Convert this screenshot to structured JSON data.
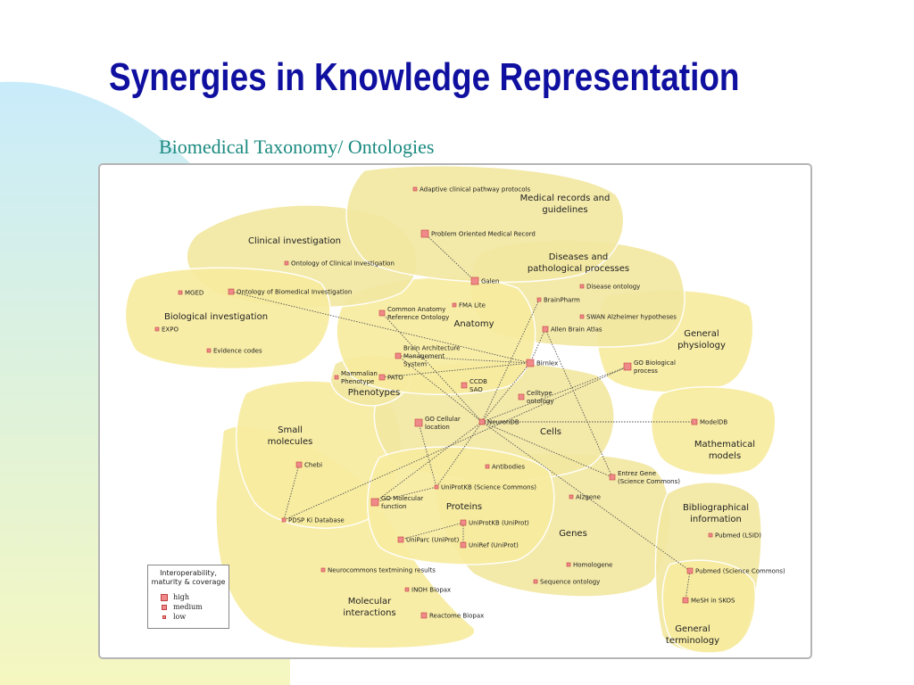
{
  "slide": {
    "title": "Synergies in Knowledge Representation",
    "subtitle": "Biomedical Taxonomy/ Ontologies"
  },
  "regions": [
    {
      "id": "medical-records",
      "label": "Medical records and\nguidelines"
    },
    {
      "id": "clinical-investigation",
      "label": "Clinical investigation"
    },
    {
      "id": "diseases",
      "label": "Diseases and\npathological processes"
    },
    {
      "id": "biological-investigation",
      "label": "Biological investigation"
    },
    {
      "id": "anatomy",
      "label": "Anatomy"
    },
    {
      "id": "general-physiology",
      "label": "General\nphysiology"
    },
    {
      "id": "phenotypes",
      "label": "Phenotypes"
    },
    {
      "id": "cells",
      "label": "Cells"
    },
    {
      "id": "small-molecules",
      "label": "Small\nmolecules"
    },
    {
      "id": "mathematical-models",
      "label": "Mathematical\nmodels"
    },
    {
      "id": "proteins",
      "label": "Proteins"
    },
    {
      "id": "genes",
      "label": "Genes"
    },
    {
      "id": "bibliographical",
      "label": "Bibliographical\ninformation"
    },
    {
      "id": "molecular-interactions",
      "label": "Molecular\ninteractions"
    },
    {
      "id": "general-terminology",
      "label": "General\nterminology"
    }
  ],
  "nodes": [
    {
      "id": "adaptive",
      "label": "Adaptive clinical pathway protocols",
      "size": "low"
    },
    {
      "id": "pomr",
      "label": "Problem Oriented Medical Record",
      "size": "high"
    },
    {
      "id": "oci",
      "label": "Ontology of Clinical Investigation",
      "size": "low"
    },
    {
      "id": "obi",
      "label": "Ontology of Biomedical Investigation",
      "size": "medium"
    },
    {
      "id": "mged",
      "label": "MGED",
      "size": "low"
    },
    {
      "id": "expo",
      "label": "EXPO",
      "size": "low"
    },
    {
      "id": "evidence",
      "label": "Evidence codes",
      "size": "low"
    },
    {
      "id": "galen",
      "label": "Galen",
      "size": "high"
    },
    {
      "id": "disease-ontology",
      "label": "Disease ontology",
      "size": "low"
    },
    {
      "id": "brainpharm",
      "label": "BrainPharm",
      "size": "low"
    },
    {
      "id": "swan",
      "label": "SWAN Alzheimer hypotheses",
      "size": "low"
    },
    {
      "id": "aba",
      "label": "Allen Brain Atlas",
      "size": "medium"
    },
    {
      "id": "cara",
      "label": "Common Anatomy\nReference Ontology",
      "size": "medium"
    },
    {
      "id": "fma",
      "label": "FMA Lite",
      "size": "low"
    },
    {
      "id": "bams",
      "label": "Brain Architecture\nManagement\nSystem",
      "size": "medium"
    },
    {
      "id": "birnlex",
      "label": "Birnlex",
      "size": "high"
    },
    {
      "id": "gobp",
      "label": "GO Biological\nprocess",
      "size": "high"
    },
    {
      "id": "mp",
      "label": "Mammalian\nPhenotype",
      "size": "low"
    },
    {
      "id": "pato",
      "label": "PATO",
      "size": "medium"
    },
    {
      "id": "ccdb",
      "label": "CCDB\nSAO",
      "size": "medium"
    },
    {
      "id": "celltype",
      "label": "Celltype\nontology",
      "size": "medium"
    },
    {
      "id": "gocc",
      "label": "GO Cellular\nlocation",
      "size": "high"
    },
    {
      "id": "neurondb",
      "label": "NeuronDB",
      "size": "medium"
    },
    {
      "id": "modeldb",
      "label": "ModelDB",
      "size": "medium"
    },
    {
      "id": "chebi",
      "label": "Chebi",
      "size": "medium"
    },
    {
      "id": "antibodies",
      "label": "Antibodies",
      "size": "low"
    },
    {
      "id": "entrez",
      "label": "Entrez Gene\n(Science Commons)",
      "size": "medium"
    },
    {
      "id": "uniprotkb-sc",
      "label": "UniProtKB (Science Commons)",
      "size": "low"
    },
    {
      "id": "gomf",
      "label": "GO Molecular\nfunction",
      "size": "high"
    },
    {
      "id": "alzgene",
      "label": "Alzgene",
      "size": "low"
    },
    {
      "id": "pdsp",
      "label": "PDSP Ki Database",
      "size": "low"
    },
    {
      "id": "uniprotkb",
      "label": "UniProtKB (UniProt)",
      "size": "medium"
    },
    {
      "id": "uniparc",
      "label": "UniParc (UniProt)",
      "size": "medium"
    },
    {
      "id": "uniref",
      "label": "UniRef (UniProt)",
      "size": "medium"
    },
    {
      "id": "pubmed-lsid",
      "label": "Pubmed (LSID)",
      "size": "low"
    },
    {
      "id": "neurocommons",
      "label": "Neurocommons textmining results",
      "size": "low"
    },
    {
      "id": "homologene",
      "label": "Homologene",
      "size": "low"
    },
    {
      "id": "pubmed-sc",
      "label": "Pubmed (Science Commons)",
      "size": "medium"
    },
    {
      "id": "seqont",
      "label": "Sequence ontology",
      "size": "low"
    },
    {
      "id": "inoh",
      "label": "INOH Biopax",
      "size": "low"
    },
    {
      "id": "mesh",
      "label": "MeSH in SKOS",
      "size": "medium"
    },
    {
      "id": "reactome",
      "label": "Reactome Biopax",
      "size": "medium"
    }
  ],
  "edges": [
    [
      "pomr",
      "galen"
    ],
    [
      "obi",
      "birnlex"
    ],
    [
      "cara",
      "neurondb"
    ],
    [
      "bams",
      "birnlex"
    ],
    [
      "bams",
      "neurondb"
    ],
    [
      "birnlex",
      "neurondb"
    ],
    [
      "birnlex",
      "pato"
    ],
    [
      "birnlex",
      "aba"
    ],
    [
      "neurondb",
      "brainpharm"
    ],
    [
      "neurondb",
      "gobp"
    ],
    [
      "neurondb",
      "modeldb"
    ],
    [
      "neurondb",
      "entrez"
    ],
    [
      "neurondb",
      "pubmed-sc"
    ],
    [
      "neurondb",
      "uniprotkb-sc"
    ],
    [
      "neurondb",
      "gomf"
    ],
    [
      "aba",
      "entrez"
    ],
    [
      "gocc",
      "uniprotkb-sc"
    ],
    [
      "gomf",
      "uniprotkb-sc"
    ],
    [
      "gobp",
      "pdsp"
    ],
    [
      "chebi",
      "pdsp"
    ],
    [
      "uniprotkb",
      "uniparc"
    ],
    [
      "uniprotkb",
      "uniref"
    ],
    [
      "pubmed-sc",
      "mesh"
    ]
  ],
  "legend": {
    "title": "Interoperability,\nmaturity & coverage",
    "items": [
      {
        "size": "high",
        "label": "high"
      },
      {
        "size": "medium",
        "label": "medium"
      },
      {
        "size": "low",
        "label": "low"
      }
    ]
  },
  "colors": {
    "title": "#1010a0",
    "subtitle": "#1a8a80",
    "region_fill": "#f8eca0",
    "region_fill_alt": "#f3e8a2",
    "region_stroke": "#ffffff",
    "node_fill": "#f08a8a",
    "node_stroke": "#c04040",
    "edge": "#555555"
  }
}
